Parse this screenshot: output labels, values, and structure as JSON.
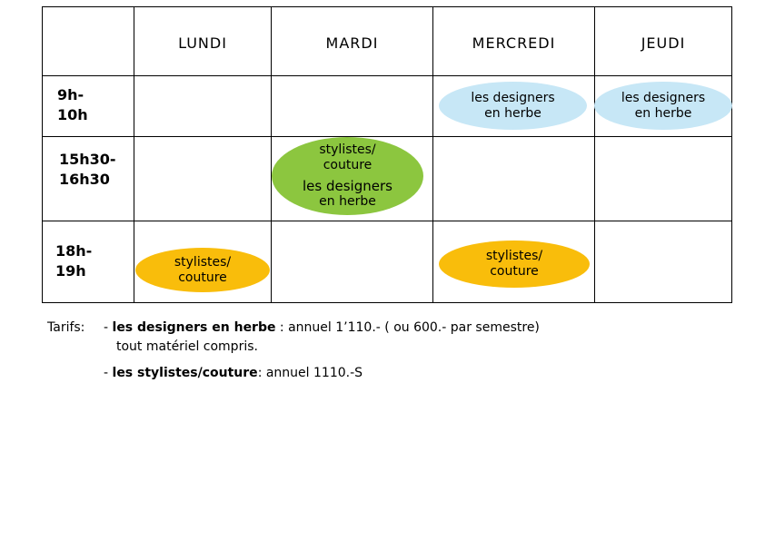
{
  "schedule": {
    "days": [
      "LUNDI",
      "MARDI",
      "MERCREDI",
      "JEUDI"
    ],
    "times": [
      {
        "line1": "9h-",
        "line2": "10h"
      },
      {
        "line1": "15h30-",
        "line2": "16h30"
      },
      {
        "line1": "18h-",
        "line2": "19h"
      }
    ],
    "activities": {
      "designers": {
        "line1": "les designers",
        "line2": "en herbe"
      },
      "stylistes": {
        "line1": "stylistes/",
        "line2": "couture"
      }
    }
  },
  "colors": {
    "designers": "#c7e7f6",
    "mixed": "#8cc63f",
    "stylistes": "#f9bd0b"
  },
  "tarifs": {
    "label": "Tarifs:",
    "bullet": "-",
    "designers_name": "les designers en herbe",
    "designers_price": " : annuel 1’110.- ( ou 600.- par semestre)",
    "designers_note": "tout matériel compris.",
    "stylistes_name": "les stylistes/couture",
    "stylistes_price": ": annuel 1110.-S"
  }
}
